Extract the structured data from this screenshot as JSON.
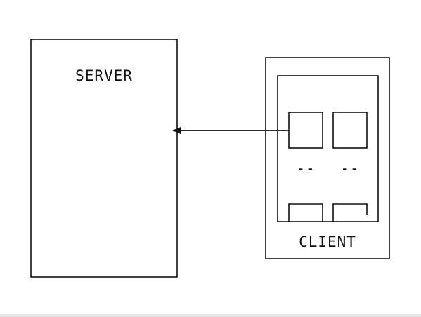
{
  "diagram": {
    "server": {
      "label": "SERVER"
    },
    "client": {
      "label": "CLIENT"
    },
    "connection": {
      "from": "client",
      "to": "server",
      "direction": "client-to-server"
    },
    "client_widgets": {
      "count": 4,
      "placeholder": "--"
    }
  },
  "colors": {
    "ink": "#111111",
    "background": "#ffffff",
    "strip": "#e6e6e6"
  }
}
